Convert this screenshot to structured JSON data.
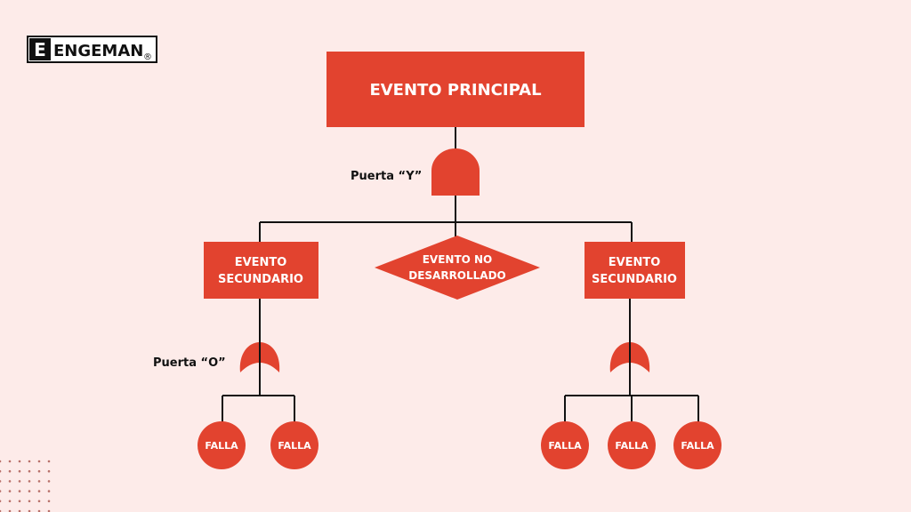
{
  "logo": {
    "text": "ENGEMAN",
    "letter": "E",
    "mark": "®"
  },
  "diagram": {
    "top_event": "EVENTO PRINCIPAL",
    "and_gate_label": "Puerta “Y”",
    "or_gate_label": "Puerta “O”",
    "left_event": [
      "EVENTO",
      "SECUNDARIO"
    ],
    "right_event": [
      "EVENTO",
      "SECUNDARIO"
    ],
    "undeveloped_event": [
      "EVENTO NO",
      "DESARROLLADO"
    ],
    "left_failures": [
      "FALLA",
      "FALLA"
    ],
    "right_failures": [
      "FALLA",
      "FALLA",
      "FALLA"
    ]
  },
  "colors": {
    "accent": "#e2432f",
    "background": "#fdebe9",
    "line": "#111111"
  }
}
